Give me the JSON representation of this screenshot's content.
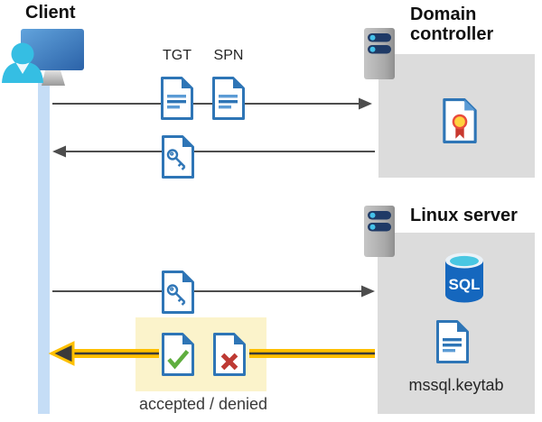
{
  "client": {
    "label": "Client"
  },
  "domain_controller": {
    "label": "Domain controller"
  },
  "linux_server": {
    "label": "Linux server"
  },
  "tickets": {
    "tgt": "TGT",
    "spn": "SPN"
  },
  "sql": {
    "label": "SQL"
  },
  "keytab": {
    "label": "mssql.keytab"
  },
  "result": {
    "label": "accepted / denied"
  },
  "colors": {
    "doc_blue": "#2e75b6",
    "doc_line_light": "#5b9bd5",
    "arrow_gray": "#4d4d4d",
    "accent_yellow": "#ffc000",
    "highlight_yellow": "#fbf3cb",
    "box_gray": "#dcdcdc",
    "timeline_blue": "#c5ddf6",
    "check_green": "#5fae3f",
    "deny_red": "#be3a34",
    "navy_pill": "#1f3a66",
    "cyan_dot": "#45c2ea",
    "sql_blue": "#1567be",
    "sql_cyan": "#49c7e2"
  }
}
